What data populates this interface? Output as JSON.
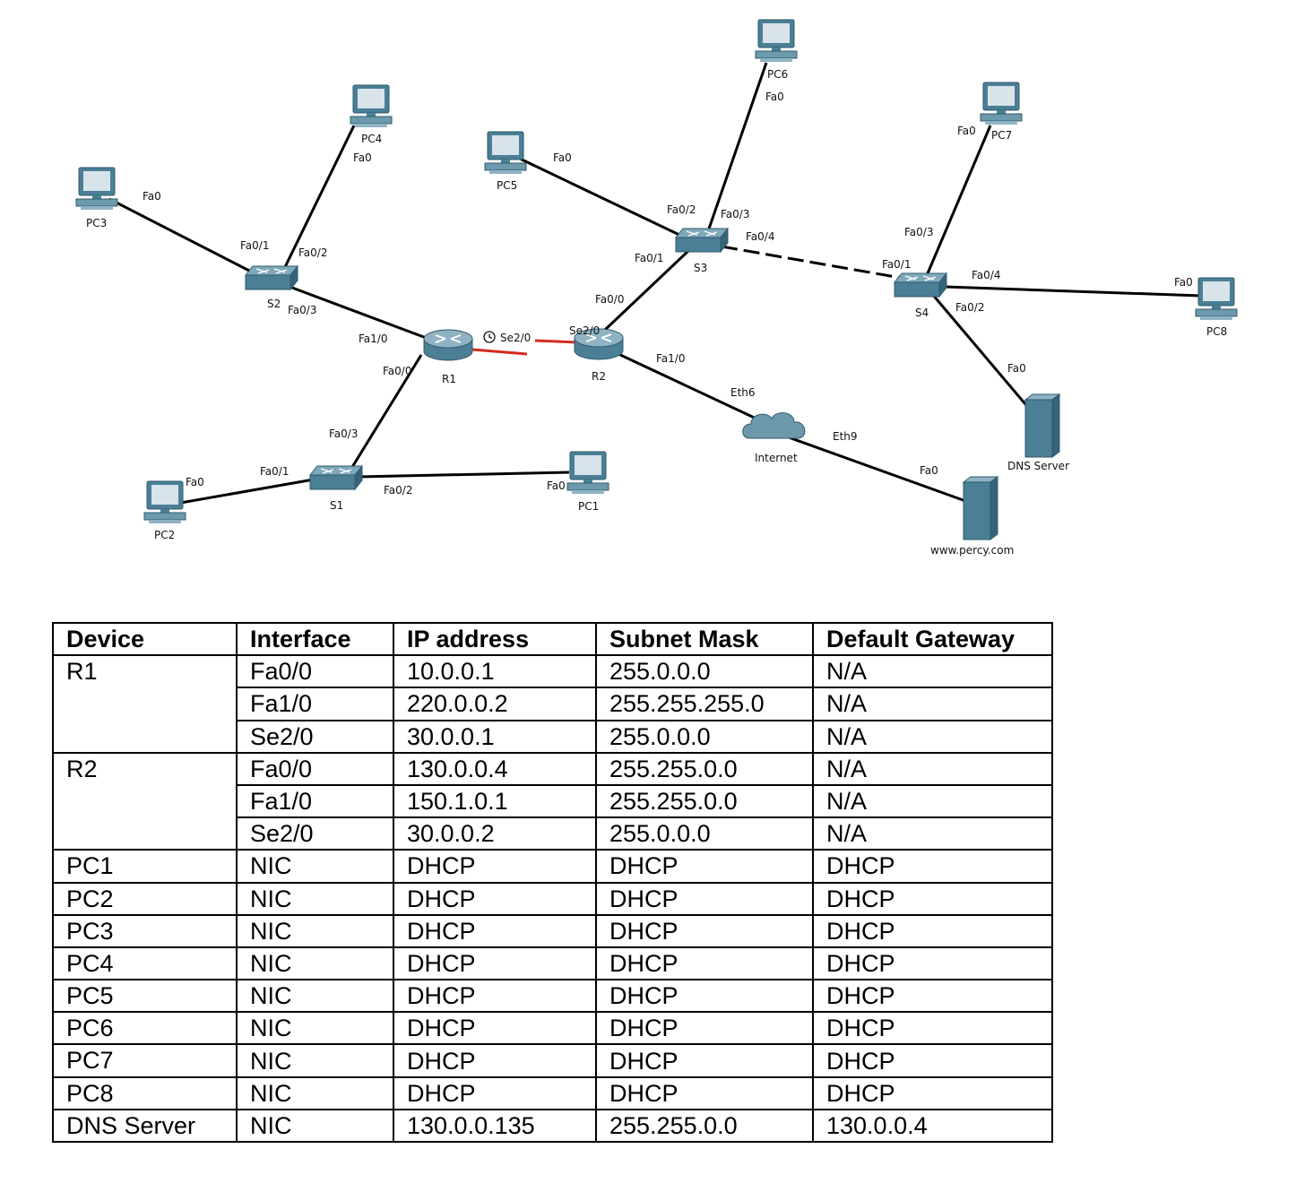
{
  "diagram": {
    "devices": {
      "PC1": "PC1",
      "PC2": "PC2",
      "PC3": "PC3",
      "PC4": "PC4",
      "PC5": "PC5",
      "PC6": "PC6",
      "PC7": "PC7",
      "PC8": "PC8",
      "S1": "S1",
      "S2": "S2",
      "S3": "S3",
      "S4": "S4",
      "R1": "R1",
      "R2": "R2",
      "internet": "Internet",
      "dns": "DNS Server",
      "web": "www.percy.com"
    },
    "ports": {
      "pc3_fa0": "Fa0",
      "pc4_fa0": "Fa0",
      "s2_fa01": "Fa0/1",
      "s2_fa02": "Fa0/2",
      "s2_fa03": "Fa0/3",
      "r1_fa10": "Fa1/0",
      "r1_fa00": "Fa0/0",
      "r1_se20": "Se2/0",
      "s1_fa03": "Fa0/3",
      "s1_fa01": "Fa0/1",
      "s1_fa02": "Fa0/2",
      "pc2_fa0": "Fa0",
      "pc1_fa0": "Fa0",
      "pc5_fa0": "Fa0",
      "pc6_fa0": "Fa0",
      "s3_fa02": "Fa0/2",
      "s3_fa03": "Fa0/3",
      "s3_fa04": "Fa0/4",
      "s3_fa01": "Fa0/1",
      "r2_fa00": "Fa0/0",
      "r2_se20": "Se2/0",
      "r2_fa10": "Fa1/0",
      "inet_eth6": "Eth6",
      "inet_eth9": "Eth9",
      "web_fa0": "Fa0",
      "pc7_fa0": "Fa0",
      "s4_fa03": "Fa0/3",
      "s4_fa01": "Fa0/1",
      "s4_fa04": "Fa0/4",
      "s4_fa02": "Fa0/2",
      "pc8_fa0": "Fa0",
      "dns_fa0": "Fa0"
    },
    "colors": {
      "link": "#000000",
      "serial": "#d42a1f",
      "device": "#4a7f96",
      "screen": "#d9e3ea"
    }
  },
  "table": {
    "headers": [
      "Device",
      "Interface",
      "IP address",
      "Subnet Mask",
      "Default Gateway"
    ],
    "groups": [
      {
        "device": "R1",
        "rows": [
          [
            "Fa0/0",
            "10.0.0.1",
            "255.0.0.0",
            "N/A"
          ],
          [
            "Fa1/0",
            "220.0.0.2",
            "255.255.255.0",
            "N/A"
          ],
          [
            "Se2/0",
            "30.0.0.1",
            "255.0.0.0",
            "N/A"
          ]
        ]
      },
      {
        "device": "R2",
        "rows": [
          [
            "Fa0/0",
            "130.0.0.4",
            "255.255.0.0",
            "N/A"
          ],
          [
            "Fa1/0",
            "150.1.0.1",
            "255.255.0.0",
            "N/A"
          ],
          [
            "Se2/0",
            "30.0.0.2",
            "255.0.0.0",
            "N/A"
          ]
        ]
      },
      {
        "device": "PC1",
        "rows": [
          [
            "NIC",
            "DHCP",
            "DHCP",
            "DHCP"
          ]
        ]
      },
      {
        "device": "PC2",
        "rows": [
          [
            "NIC",
            "DHCP",
            "DHCP",
            "DHCP"
          ]
        ]
      },
      {
        "device": "PC3",
        "rows": [
          [
            "NIC",
            "DHCP",
            "DHCP",
            "DHCP"
          ]
        ]
      },
      {
        "device": "PC4",
        "rows": [
          [
            "NIC",
            "DHCP",
            "DHCP",
            "DHCP"
          ]
        ]
      },
      {
        "device": "PC5",
        "rows": [
          [
            "NIC",
            "DHCP",
            "DHCP",
            "DHCP"
          ]
        ]
      },
      {
        "device": "PC6",
        "rows": [
          [
            "NIC",
            "DHCP",
            "DHCP",
            "DHCP"
          ]
        ]
      },
      {
        "device": "PC7",
        "rows": [
          [
            "NIC",
            "DHCP",
            "DHCP",
            "DHCP"
          ]
        ]
      },
      {
        "device": "PC8",
        "rows": [
          [
            "NIC",
            "DHCP",
            "DHCP",
            "DHCP"
          ]
        ]
      },
      {
        "device": "DNS Server",
        "rows": [
          [
            "NIC",
            "130.0.0.135",
            "255.255.0.0",
            "130.0.0.4"
          ]
        ]
      }
    ]
  }
}
